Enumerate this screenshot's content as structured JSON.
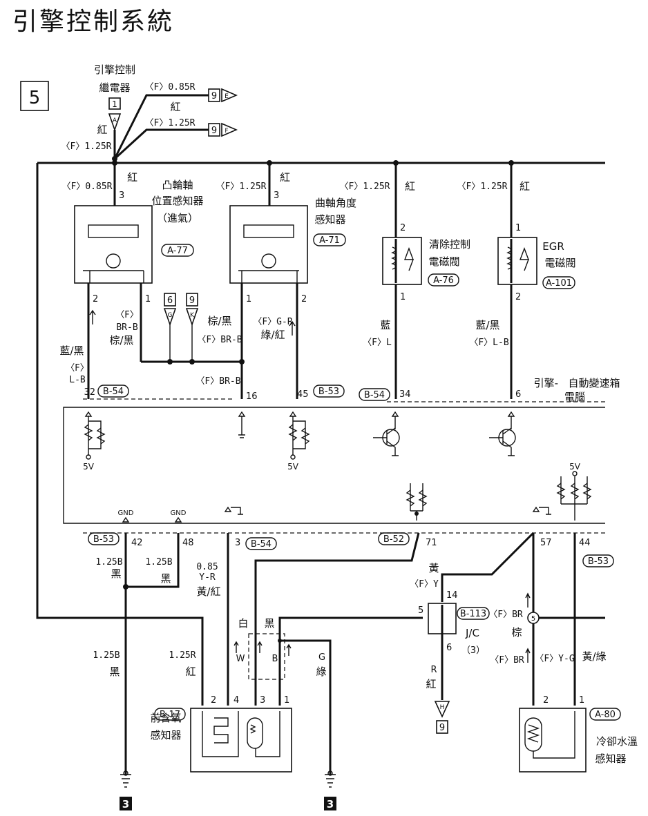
{
  "title": "引擎控制系統",
  "page_marker": "5",
  "relay": {
    "label_line1": "引擎控制",
    "label_line2": "繼電器",
    "pin": "1",
    "connector": "A",
    "color": "紅",
    "size": "〈F〉1.25R"
  },
  "top_feeds": [
    {
      "spec": "〈F〉0.85R",
      "color": "紅",
      "ref": "9",
      "flag": "E"
    },
    {
      "spec": "〈F〉1.25R",
      "ref": "9",
      "flag": "F"
    }
  ],
  "components": {
    "cam_sensor": {
      "name_line1": "凸輪軸",
      "name_line2": "位置感知器",
      "name_line3": "（進氣）",
      "code": "A-77",
      "supply": "〈F〉0.85R",
      "color": "紅",
      "pin_top": "3",
      "pin_left": "2",
      "pin_right": "1"
    },
    "crank_sensor": {
      "name_line1": "曲軸角度",
      "name_line2": "感知器",
      "code": "A-71",
      "supply": "〈F〉1.25R",
      "color": "紅",
      "pin_top": "3",
      "pin_left": "1",
      "pin_right": "2"
    },
    "purge_valve": {
      "name_line1": "清除控制",
      "name_line2": "電磁閥",
      "code": "A-76",
      "supply": "〈F〉1.25R",
      "color": "紅",
      "pin_top": "2",
      "pin_bottom": "1"
    },
    "egr_valve": {
      "name_line1": "EGR",
      "name_line2": "電磁閥",
      "code": "A-101",
      "supply": "〈F〉1.25R",
      "color": "紅",
      "pin_top": "1",
      "pin_bottom": "2"
    },
    "o2_sensor": {
      "name_line1": "前含氧",
      "name_line2": "感知器",
      "code": "B-17",
      "pins": [
        "2",
        "4",
        "3",
        "1"
      ]
    },
    "coolant_sensor": {
      "name_line1": "冷卻水溫",
      "name_line2": "感知器",
      "code": "A-80",
      "pins": [
        "2",
        "1"
      ]
    },
    "jc": {
      "code": "B-113",
      "name": "J/C",
      "sub": "（3）",
      "pin_top": "14",
      "pin_left": "5",
      "pin_bottom": "6",
      "fuse": "5"
    }
  },
  "ref_boxes": {
    "g6": "6",
    "g9": "9",
    "flag_g": "G",
    "flag_k": "K"
  },
  "wire_labels": {
    "cam_left_color": "藍/黑",
    "cam_left_spec1": "〈F〉",
    "cam_left_spec2": "L-B",
    "cam_right_spec1": "〈F〉",
    "cam_right_spec2": "BR-B",
    "cam_right_color": "棕/黑",
    "mid_color": "棕/黑",
    "mid_spec": "〈F〉BR-B",
    "crank_right_spec": "〈F〉G-R",
    "crank_right_color": "綠/紅",
    "crank_bottom_spec": "〈F〉BR-B",
    "purge_color": "藍",
    "purge_spec": "〈F〉L",
    "egr_color": "藍/黑",
    "egr_spec": "〈F〉L-B",
    "gnd1_size": "1.25B",
    "gnd1_color": "黑",
    "gnd2_size": "1.25B",
    "gnd2_color": "黑",
    "o2_heater_size": "0.85",
    "o2_heater_spec": "Y-R",
    "o2_heater_color": "黃/紅",
    "o2_w": "W",
    "o2_b": "B",
    "o2_white": "白",
    "o2_black": "黑",
    "o2_g": "G",
    "o2_green": "綠",
    "left_gnd_size": "1.25B",
    "left_gnd_color": "黑",
    "o2_pwr_size": "1.25R",
    "o2_pwr_color": "紅",
    "jc_in_color": "黃",
    "jc_in_spec": "〈F〉Y",
    "jc_out_spec": "R",
    "jc_out_color": "紅",
    "jc_out_ref": "9",
    "jc_out_flag": "H",
    "br_spec": "〈F〉BR",
    "br_color": "棕",
    "br_spec2": "〈F〉BR",
    "yg_spec": "〈F〉Y-G",
    "yg_color": "黃/綠"
  },
  "ecu": {
    "title_line1": "引擎-",
    "title_line2": "自動變速箱",
    "title_line3": "電腦",
    "top_pins": [
      {
        "pin": "32",
        "connector": "B-54"
      },
      {
        "pin": "16"
      },
      {
        "pin": "45",
        "connector": "B-53"
      },
      {
        "pin": "34",
        "connector": "B-54"
      },
      {
        "pin": "6"
      }
    ],
    "bottom_pins": [
      {
        "pin": "42",
        "connector": "B-53",
        "gnd": "GND"
      },
      {
        "pin": "48",
        "gnd": "GND"
      },
      {
        "pin": "3",
        "connector": "B-54"
      },
      {
        "pin": "71",
        "connector": "B-52"
      },
      {
        "pin": "57"
      },
      {
        "pin": "44",
        "connector": "B-53"
      }
    ],
    "v5_a": "5V",
    "v5_b": "5V",
    "v5_c": "5V"
  },
  "ground_refs": [
    "3",
    "3"
  ]
}
